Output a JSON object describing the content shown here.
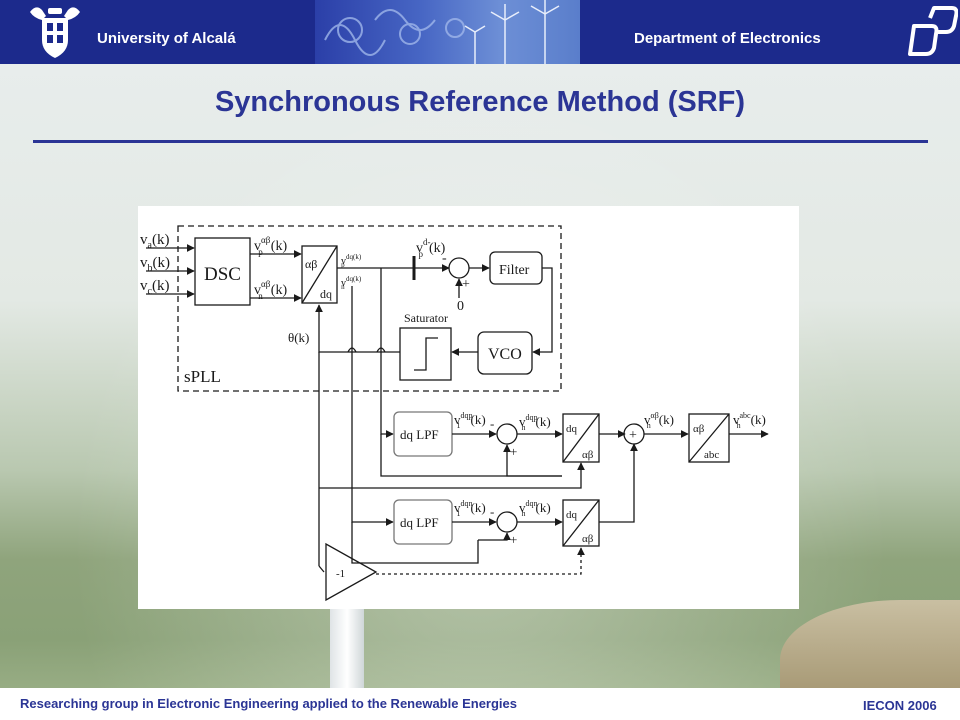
{
  "header": {
    "university": "University of Alcalá",
    "department": "Department of Electronics"
  },
  "slide": {
    "title": "Synchronous Reference Method (SRF)"
  },
  "diagram": {
    "blocks": {
      "dsc": "DSC",
      "filter": "Filter",
      "saturator": "Saturator",
      "vco": "VCO",
      "lpf1": "dq LPF",
      "lpf2": "dq LPF",
      "gain": "-1"
    },
    "inputs": {
      "va": "v",
      "va_sub": "a",
      "va_arg": "(k)",
      "vb": "v",
      "vb_sub": "b",
      "vb_arg": "(k)",
      "vc": "v",
      "vc_sub": "c",
      "vc_arg": "(k)"
    },
    "transform_labels": {
      "ab": "αβ",
      "dq": "dq",
      "abc": "abc"
    },
    "signals": {
      "vp_ab": "v",
      "vp_ab_sup": "αβ",
      "vp_ab_sub": "p",
      "vp_ab_arg": "(k)",
      "vn_ab": "v",
      "vn_ab_sup": "αβ",
      "vn_ab_sub": "n",
      "vn_ab_arg": "(k)",
      "vp_dq_top": "v",
      "vp_dq_top_sup": "dq(k)",
      "vp_dq_top_sub": "p",
      "vn_dq_top": "v",
      "vn_dq_top_sup": "dq(k)",
      "vn_dq_top_sub": "n",
      "vpd": "v",
      "vpd_sup": "d-",
      "vpd_sub": "p",
      "vpd_arg": "(k)",
      "zero": "0",
      "theta": "θ(k)",
      "v1_dqp": "v",
      "v1_dqp_sup": "dqp",
      "v1_dqp_sub": "1",
      "v1_dqp_arg": "(k)",
      "vh_dqp": "v",
      "vh_dqp_sup": "dqp",
      "vh_dqp_sub": "h",
      "vh_dqp_arg": "(k)",
      "v1_dqn": "v",
      "v1_dqn_sup": "dqn",
      "v1_dqn_sub": "1",
      "v1_dqn_arg": "(k)",
      "vh_dqn": "v",
      "vh_dqn_sup": "dqn",
      "vh_dqn_sub": "h",
      "vh_dqn_arg": "(k)",
      "vh_ab": "v",
      "vh_ab_sup": "αβ",
      "vh_ab_sub": "h",
      "vh_ab_arg": "(k)",
      "vh_abc": "v",
      "vh_abc_sup": "abc",
      "vh_abc_sub": "h",
      "vh_abc_arg": "(k)"
    },
    "signs": {
      "minus": "-",
      "plus": "+"
    },
    "region_label": "sPLL"
  },
  "footer": {
    "group": "Researching group in Electronic Engineering applied to the Renewable Energies",
    "conference": "IECON 2006"
  }
}
